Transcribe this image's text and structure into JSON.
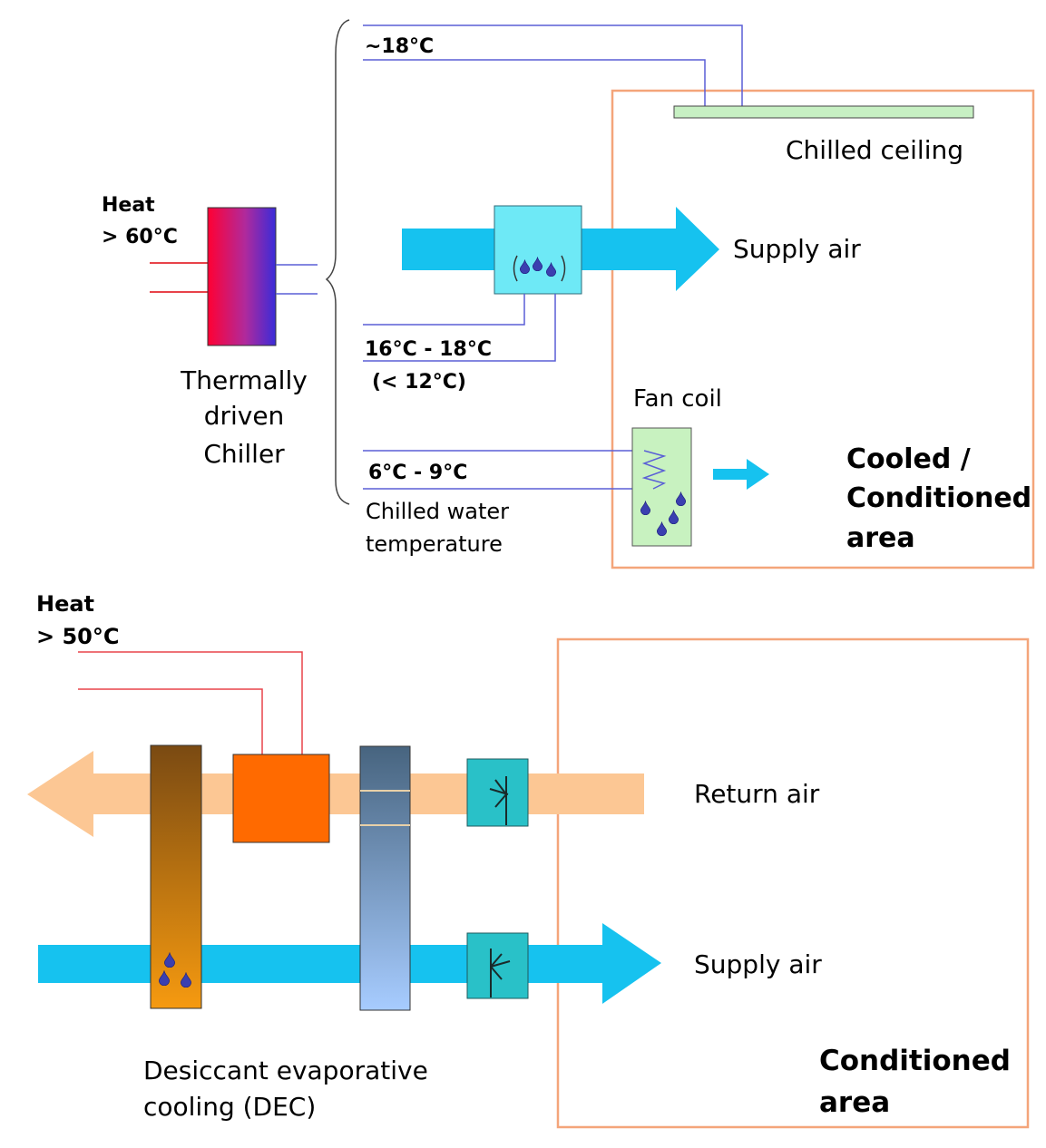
{
  "top_diagram": {
    "heat_label": "Heat",
    "heat_temp": "> 60°C",
    "chiller_label_lines": [
      "Thermally",
      "driven",
      "Chiller"
    ],
    "temp_ceiling": "~18°C",
    "temp_supply_air": "16°C - 18°C",
    "temp_supply_air_alt": "(< 12°C)",
    "temp_fan_coil": "6°C - 9°C",
    "chilled_water_lines": [
      "Chilled water",
      "temperature"
    ],
    "chilled_ceiling_label": "Chilled ceiling",
    "supply_air_label": "Supply air",
    "fan_coil_label": "Fan coil",
    "area_label_lines": [
      "Cooled /",
      "Conditioned",
      "area"
    ]
  },
  "bottom_diagram": {
    "heat_label": "Heat",
    "heat_temp": "> 50°C",
    "return_air_label": "Return air",
    "supply_air_label": "Supply air",
    "dec_label_lines": [
      "Desiccant evaporative",
      "cooling (DEC)"
    ],
    "area_label_lines": [
      "Conditioned",
      "area"
    ]
  },
  "colors": {
    "room_border": "#f4a57a",
    "pipe_blue": "#5a5fd6",
    "pipe_red": "#e8434a",
    "supply_air": "#16c2ef",
    "return_air": "#fcc794",
    "heater": "#ff6a00",
    "ceiling_panel": "#c7f0c3",
    "fan_coil_fill": "#c8f2c0",
    "cooling_coil": "#6ee9f6"
  },
  "icons": {
    "droplet": "droplet-icon",
    "heat_exchanger_coil": "coil-icon",
    "damper": "damper-icon"
  }
}
